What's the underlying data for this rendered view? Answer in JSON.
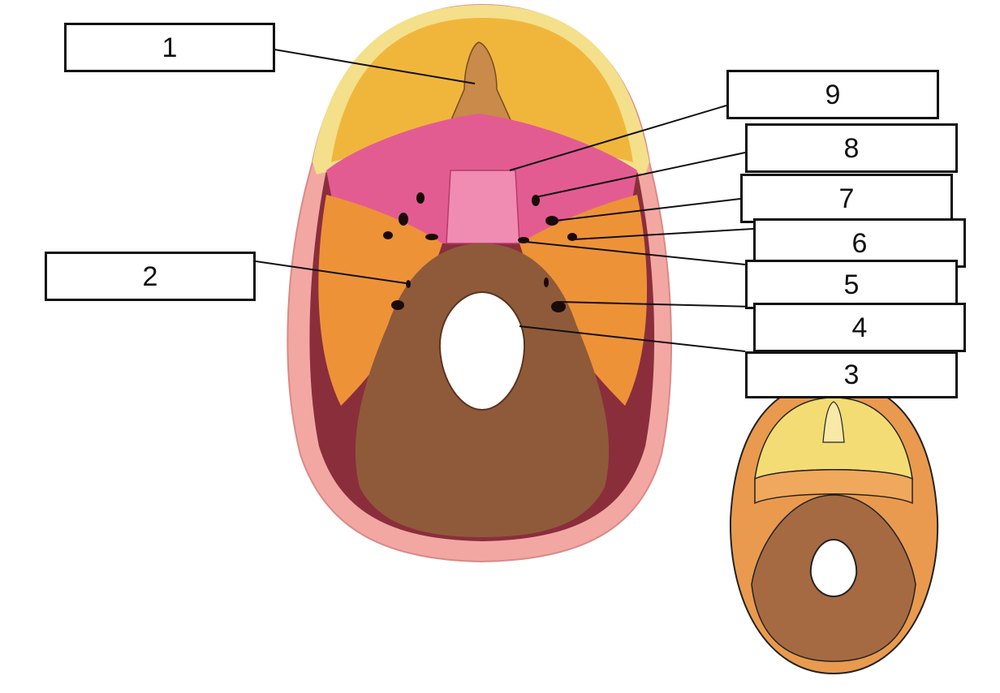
{
  "diagram": {
    "labels": [
      "1",
      "2",
      "3",
      "4",
      "5",
      "6",
      "7",
      "8",
      "9"
    ]
  },
  "colors": {
    "frontal": "#f0b63c",
    "frontal_rim": "#f4df8a",
    "sphenoid": "#e25c92",
    "temporal": "#ee9238",
    "occipital": "#8f5a3a",
    "rim": "#f2a7a3",
    "cavity": "#8a2e3c",
    "line": "#111111"
  }
}
